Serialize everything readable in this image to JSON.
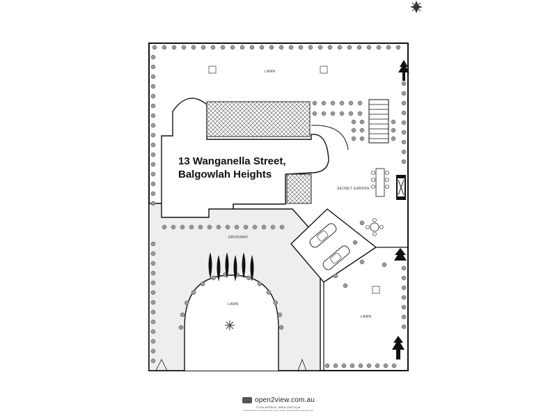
{
  "plan": {
    "address_line1": "13 Wanganella Street,",
    "address_line2": "Balgowlah Heights",
    "labels": {
      "lawn_top": "LAWN",
      "secret_garden": "SECRET GARDEN",
      "driveway": "DRIVEWAY",
      "lawn_center": "LAWN",
      "lawn_right": "LAWN"
    },
    "icons": {
      "compass": "compass-rose-icon",
      "car": "car-icon",
      "tree": "tree-icon",
      "shrub": "shrub-icon",
      "table": "outdoor-table-icon",
      "fireplace": "fireplace-icon"
    }
  },
  "footer": {
    "brand": "open2view.com.au",
    "area_note": "TOTAL APPROX. AREA 1200 SQ.M.",
    "disclaimer": "Measurements are approximate. Not to Scale. For illustrative purposes only."
  },
  "colors": {
    "ink": "#111111",
    "shrub": "#9a9a9a",
    "paving": "#eeeeee"
  }
}
